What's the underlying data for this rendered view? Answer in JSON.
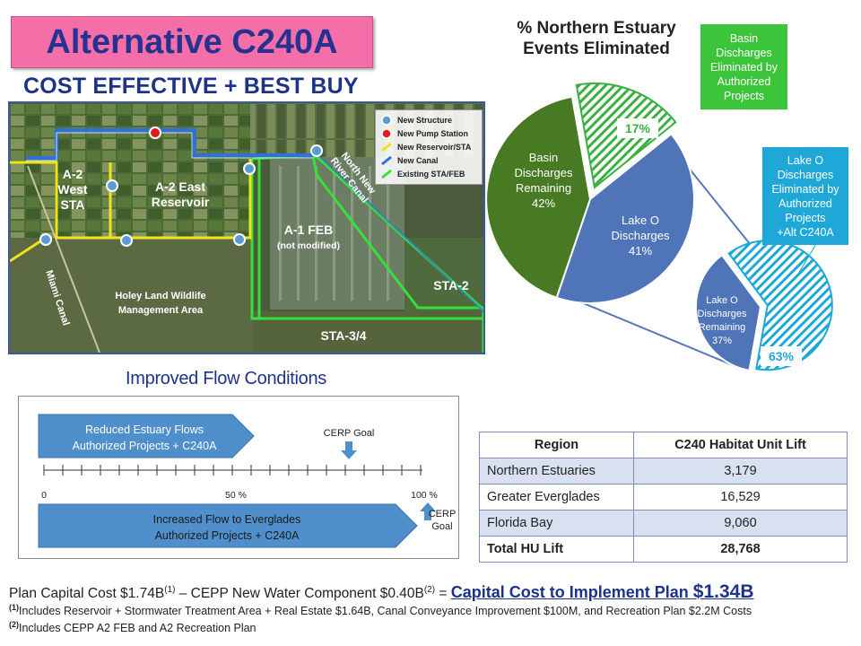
{
  "title": "Alternative C240A",
  "subtitle": "COST EFFECTIVE + BEST BUY",
  "map": {
    "labels": {
      "a2_west_1": "A-2",
      "a2_west_2": "West",
      "a2_west_3": "STA",
      "a2_east_1": "A-2 East",
      "a2_east_2": "Reservoir",
      "a1_feb": "A-1 FEB",
      "a1_note": "(not modified)",
      "holey_1": "Holey Land Wildlife",
      "holey_2": "Management Area",
      "sta2": "STA-2",
      "sta34": "STA-3/4",
      "north_new_1": "North New",
      "north_new_2": "River Canal",
      "miami_canal": "Miami Canal"
    },
    "legend": [
      {
        "label": "New Structure",
        "color": "#5a9bd5"
      },
      {
        "label": "New Pump Station",
        "color": "#e01b1b"
      },
      {
        "label": "New Reservoir/STA",
        "color": "#f2e21c"
      },
      {
        "label": "New Canal",
        "color": "#2f6fe0"
      },
      {
        "label": "Existing STA/FEB",
        "color": "#36e03a"
      }
    ]
  },
  "flow": {
    "title": "Improved Flow Conditions",
    "arrow_top_1": "Reduced Estuary Flows",
    "arrow_top_2": "Authorized Projects + C240A",
    "arrow_bottom_1": "Increased Flow to Everglades",
    "arrow_bottom_2": "Authorized Projects + C240A",
    "cerp_goal_top": "CERP Goal",
    "cerp_goal_right_1": "CERP",
    "cerp_goal_right_2": "Goal",
    "tick_0": "0",
    "tick_50": "50 %",
    "tick_100": "100 %"
  },
  "chart_data": {
    "type": "pie",
    "title": "% Northern Estuary Events Eliminated",
    "slices": [
      {
        "name": "Basin Discharges Eliminated by Authorized Projects",
        "value": 17,
        "color": "#3cb043",
        "pattern": "hatched"
      },
      {
        "name": "Lake O Discharges",
        "value": 41,
        "color": "#4f74b8"
      },
      {
        "name": "Basin Discharges Remaining",
        "value": 42,
        "color": "#487a24"
      }
    ],
    "breakout": {
      "of": "Lake O Discharges",
      "slices": [
        {
          "name": "Lake O Discharges Remaining",
          "value": 37,
          "color": "#4f74b8"
        },
        {
          "name": "Lake O Discharges Eliminated by Authorized Projects +Alt C240A",
          "value": 63,
          "color": "#1fa8d7",
          "pattern": "hatched"
        }
      ]
    }
  },
  "pie_labels": {
    "basin_rem_1": "Basin",
    "basin_rem_2": "Discharges",
    "basin_rem_3": "Remaining",
    "basin_rem_4": "42%",
    "lake_1": "Lake O",
    "lake_2": "Discharges",
    "lake_3": "41%",
    "green_pct": "17%",
    "lake_rem_1": "Lake O",
    "lake_rem_2": "Discharges",
    "lake_rem_3": "Remaining",
    "lake_rem_4": "37%",
    "blue_pct": "63%",
    "callout_green": [
      "Basin",
      "Discharges",
      "Eliminated by",
      "Authorized",
      "Projects"
    ],
    "callout_blue": [
      "Lake O",
      "Discharges",
      "Eliminated by",
      "Authorized",
      "Projects",
      "+Alt C240A"
    ]
  },
  "table": {
    "headers": [
      "Region",
      "C240 Habitat Unit Lift"
    ],
    "rows": [
      {
        "region": "Northern Estuaries",
        "value": "3,179"
      },
      {
        "region": "Greater Everglades",
        "value": "16,529"
      },
      {
        "region": "Florida Bay",
        "value": "9,060"
      }
    ],
    "total": {
      "region": "Total HU Lift",
      "value": "28,768"
    }
  },
  "footer": {
    "cost_a": "Plan Capital Cost $1.74B",
    "sup1": "(1)",
    "cost_b": " – CEPP New Water Component  $0.40B",
    "sup2": "(2)",
    "cost_c": " = ",
    "emph_a": "Capital Cost to Implement Plan ",
    "emph_b": "$1.34B",
    "note1_ref": "(1)",
    "note1": "Includes Reservoir + Stormwater Treatment Area + Real Estate $1.64B, Canal Conveyance Improvement $100M, and Recreation Plan $2.2M Costs",
    "note2_ref": "(2)",
    "note2": "Includes CEPP A2 FEB and A2 Recreation Plan"
  }
}
